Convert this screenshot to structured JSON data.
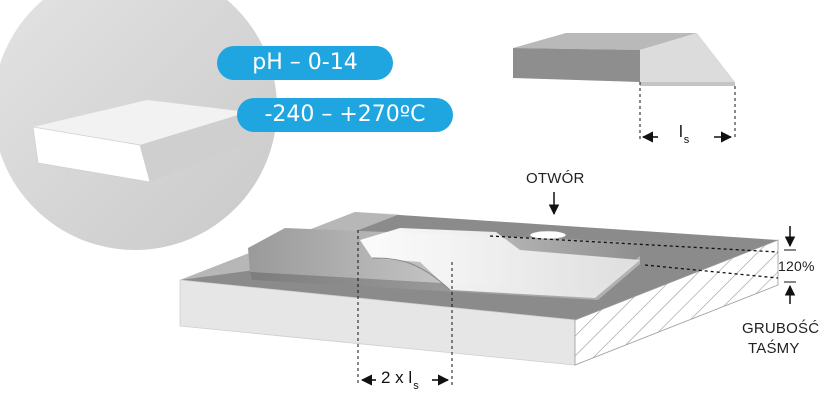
{
  "callouts": {
    "ph_range": "pH – 0-14",
    "temp_range": "-240 – +270ºC"
  },
  "labels": {
    "hole": "OTWÓR",
    "tape_thickness_line1": "GRUBOŚĆ",
    "tape_thickness_line2": "TAŚMY",
    "overlap_percent": "120%",
    "length_symbol": "l",
    "length_subscript": "s",
    "double_length_prefix": "2 x l",
    "double_length_subscript": "s"
  },
  "colors": {
    "callout_blue": "#1fa6e0",
    "circle_gray": "#d8d8d8",
    "tape_gray": "#a9a9a9",
    "base_light": "#e6e6e6"
  }
}
